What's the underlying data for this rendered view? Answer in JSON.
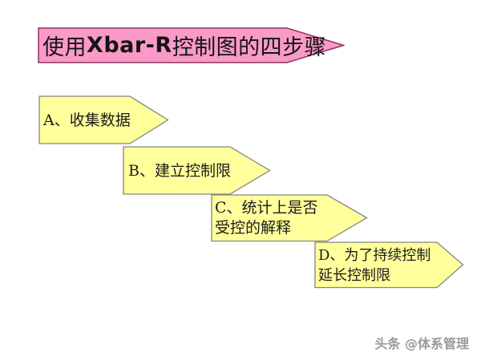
{
  "slide": {
    "title": {
      "prefix": "使用",
      "latin": "Xbar-R",
      "suffix": "控制图的四步骤"
    },
    "steps": [
      {
        "id": "A",
        "lines": [
          "A、收集数据"
        ]
      },
      {
        "id": "B",
        "lines": [
          "B、建立控制限"
        ]
      },
      {
        "id": "C",
        "lines": [
          "C、统计上是否",
          "受控的解释"
        ]
      },
      {
        "id": "D",
        "lines": [
          "D、为了持续控制",
          "延长控制限"
        ]
      }
    ],
    "watermark": "头条 @体系管理"
  },
  "colors": {
    "background": "#FFFFFF",
    "title_fill": "#FA9AC8",
    "title_stroke": "#8E3663",
    "step_fill": "#FFFF9C",
    "step_stroke": "#848484",
    "text": "#1C1C1C",
    "watermark": "#9A9A9A"
  }
}
